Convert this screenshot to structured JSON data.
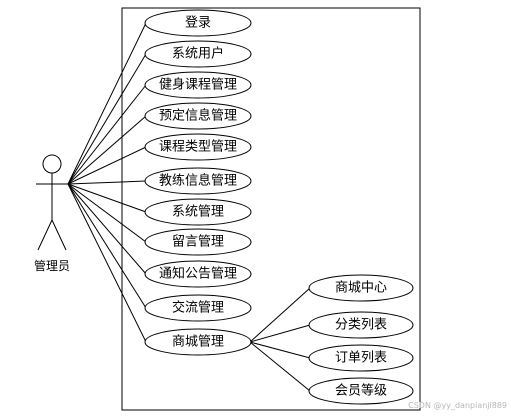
{
  "actor": {
    "label": "管理员"
  },
  "use_cases": [
    {
      "id": "login",
      "label": "登录"
    },
    {
      "id": "system-user",
      "label": "系统用户"
    },
    {
      "id": "fitness-course-mgmt",
      "label": "健身课程管理"
    },
    {
      "id": "booking-info-mgmt",
      "label": "预定信息管理"
    },
    {
      "id": "course-type-mgmt",
      "label": "课程类型管理"
    },
    {
      "id": "coach-info-mgmt",
      "label": "教练信息管理"
    },
    {
      "id": "system-mgmt",
      "label": "系统管理"
    },
    {
      "id": "message-mgmt",
      "label": "留言管理"
    },
    {
      "id": "notice-mgmt",
      "label": "通知公告管理"
    },
    {
      "id": "exchange-mgmt",
      "label": "交流管理"
    },
    {
      "id": "mall-mgmt",
      "label": "商城管理"
    }
  ],
  "mall_sub_cases": [
    {
      "id": "mall-center",
      "label": "商城中心"
    },
    {
      "id": "category-list",
      "label": "分类列表"
    },
    {
      "id": "order-list",
      "label": "订单列表"
    },
    {
      "id": "member-level",
      "label": "会员等级"
    }
  ],
  "watermark": "CSDN @yy_danpianji889"
}
